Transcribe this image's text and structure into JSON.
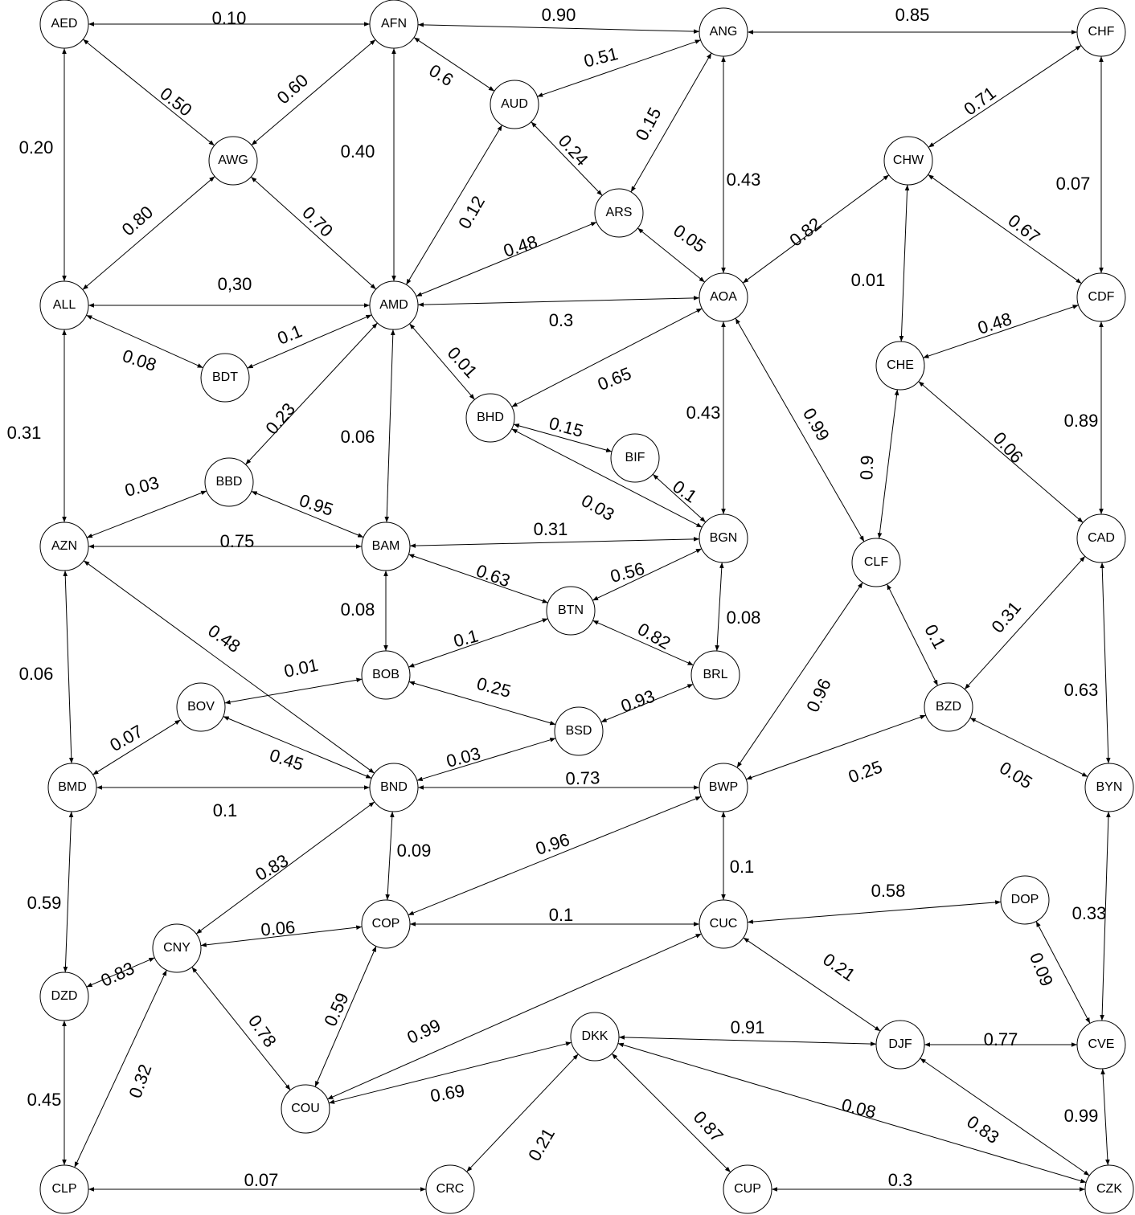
{
  "nodes": [
    {
      "id": "AED",
      "label": "AED"
    },
    {
      "id": "AFN",
      "label": "AFN"
    },
    {
      "id": "ANG",
      "label": "ANG"
    },
    {
      "id": "CHF",
      "label": "CHF"
    },
    {
      "id": "AUD",
      "label": "AUD"
    },
    {
      "id": "AWG",
      "label": "AWG"
    },
    {
      "id": "ARS",
      "label": "ARS"
    },
    {
      "id": "CHW",
      "label": "CHW"
    },
    {
      "id": "ALL",
      "label": "ALL"
    },
    {
      "id": "AMD",
      "label": "AMD"
    },
    {
      "id": "AOA",
      "label": "AOA"
    },
    {
      "id": "CDF",
      "label": "CDF"
    },
    {
      "id": "BDT",
      "label": "BDT"
    },
    {
      "id": "CHE",
      "label": "CHE"
    },
    {
      "id": "BHD",
      "label": "BHD"
    },
    {
      "id": "BIF",
      "label": "BIF"
    },
    {
      "id": "BBD",
      "label": "BBD"
    },
    {
      "id": "AZN",
      "label": "AZN"
    },
    {
      "id": "BAM",
      "label": "BAM"
    },
    {
      "id": "BGN",
      "label": "BGN"
    },
    {
      "id": "CLF",
      "label": "CLF"
    },
    {
      "id": "CAD",
      "label": "CAD"
    },
    {
      "id": "BTN",
      "label": "BTN"
    },
    {
      "id": "BOB",
      "label": "BOB"
    },
    {
      "id": "BRL",
      "label": "BRL"
    },
    {
      "id": "BOV",
      "label": "BOV"
    },
    {
      "id": "BZD",
      "label": "BZD"
    },
    {
      "id": "BSD",
      "label": "BSD"
    },
    {
      "id": "BMD",
      "label": "BMD"
    },
    {
      "id": "BND",
      "label": "BND"
    },
    {
      "id": "BWP",
      "label": "BWP"
    },
    {
      "id": "BYN",
      "label": "BYN"
    },
    {
      "id": "DOP",
      "label": "DOP"
    },
    {
      "id": "COP",
      "label": "COP"
    },
    {
      "id": "CUC",
      "label": "CUC"
    },
    {
      "id": "CNY",
      "label": "CNY"
    },
    {
      "id": "DZD",
      "label": "DZD"
    },
    {
      "id": "DKK",
      "label": "DKK"
    },
    {
      "id": "DJF",
      "label": "DJF"
    },
    {
      "id": "CVE",
      "label": "CVE"
    },
    {
      "id": "COU",
      "label": "COU"
    },
    {
      "id": "CLP",
      "label": "CLP"
    },
    {
      "id": "CRC",
      "label": "CRC"
    },
    {
      "id": "CUP",
      "label": "CUP"
    },
    {
      "id": "CZK",
      "label": "CZK"
    }
  ],
  "edges": [
    {
      "from": "AED",
      "to": "AFN",
      "weight": "0.10"
    },
    {
      "from": "AFN",
      "to": "ANG",
      "weight": "0.90"
    },
    {
      "from": "ANG",
      "to": "CHF",
      "weight": "0.85"
    },
    {
      "from": "AED",
      "to": "ALL",
      "weight": "0.20"
    },
    {
      "from": "AED",
      "to": "AWG",
      "weight": "0.50"
    },
    {
      "from": "AFN",
      "to": "AWG",
      "weight": "0.60"
    },
    {
      "from": "AFN",
      "to": "AMD",
      "weight": "0.40"
    },
    {
      "from": "AFN",
      "to": "AUD",
      "weight": "0.6"
    },
    {
      "from": "AUD",
      "to": "ANG",
      "weight": "0.51"
    },
    {
      "from": "ANG",
      "to": "ARS",
      "weight": "0.15"
    },
    {
      "from": "ANG",
      "to": "AOA",
      "weight": "0.43"
    },
    {
      "from": "CHF",
      "to": "CHW",
      "weight": "0.71"
    },
    {
      "from": "CHF",
      "to": "CDF",
      "weight": "0.07"
    },
    {
      "from": "AUD",
      "to": "ARS",
      "weight": "0.24"
    },
    {
      "from": "AUD",
      "to": "AMD",
      "weight": "0.12"
    },
    {
      "from": "AWG",
      "to": "ALL",
      "weight": "0.80"
    },
    {
      "from": "AWG",
      "to": "AMD",
      "weight": "0.70"
    },
    {
      "from": "ARS",
      "to": "AMD",
      "weight": "0.48"
    },
    {
      "from": "ARS",
      "to": "AOA",
      "weight": "0.05"
    },
    {
      "from": "CHW",
      "to": "AOA",
      "weight": "0.82"
    },
    {
      "from": "CHW",
      "to": "CDF",
      "weight": "0.67"
    },
    {
      "from": "CHW",
      "to": "CHE",
      "weight": "0.01"
    },
    {
      "from": "ALL",
      "to": "AMD",
      "weight": "0,30"
    },
    {
      "from": "AMD",
      "to": "AOA",
      "weight": "0.3"
    },
    {
      "from": "CDF",
      "to": "CHE",
      "weight": "0.48"
    },
    {
      "from": "CDF",
      "to": "CAD",
      "weight": "0.89"
    },
    {
      "from": "ALL",
      "to": "BDT",
      "weight": "0.08"
    },
    {
      "from": "ALL",
      "to": "AZN",
      "weight": "0.31"
    },
    {
      "from": "AMD",
      "to": "BDT",
      "weight": "0.1"
    },
    {
      "from": "AMD",
      "to": "BHD",
      "weight": "0.01"
    },
    {
      "from": "AMD",
      "to": "BBD",
      "weight": "0.23"
    },
    {
      "from": "AMD",
      "to": "BAM",
      "weight": "0.06"
    },
    {
      "from": "AOA",
      "to": "BHD",
      "weight": "0.65"
    },
    {
      "from": "AOA",
      "to": "BGN",
      "weight": "0.43"
    },
    {
      "from": "AOA",
      "to": "CLF",
      "weight": "0.99"
    },
    {
      "from": "CHE",
      "to": "CLF",
      "weight": "0.9"
    },
    {
      "from": "CHE",
      "to": "CAD",
      "weight": "0.06"
    },
    {
      "from": "BHD",
      "to": "BIF",
      "weight": "0.15"
    },
    {
      "from": "BHD",
      "to": "BGN",
      "weight": "0.03"
    },
    {
      "from": "BIF",
      "to": "BGN",
      "weight": "0.1"
    },
    {
      "from": "BBD",
      "to": "AZN",
      "weight": "0.03"
    },
    {
      "from": "BBD",
      "to": "BAM",
      "weight": "0.95"
    },
    {
      "from": "AZN",
      "to": "BAM",
      "weight": "0.75"
    },
    {
      "from": "BAM",
      "to": "BGN",
      "weight": "0.31"
    },
    {
      "from": "BAM",
      "to": "BTN",
      "weight": "0.63"
    },
    {
      "from": "BAM",
      "to": "BOB",
      "weight": "0.08"
    },
    {
      "from": "BGN",
      "to": "BTN",
      "weight": "0.56"
    },
    {
      "from": "BGN",
      "to": "BRL",
      "weight": "0.08"
    },
    {
      "from": "AZN",
      "to": "BND",
      "weight": "0.48"
    },
    {
      "from": "AZN",
      "to": "BMD",
      "weight": "0.06"
    },
    {
      "from": "BTN",
      "to": "BOB",
      "weight": "0.1"
    },
    {
      "from": "BTN",
      "to": "BRL",
      "weight": "0.82"
    },
    {
      "from": "BOB",
      "to": "BOV",
      "weight": "0.01"
    },
    {
      "from": "BOB",
      "to": "BSD",
      "weight": "0.25"
    },
    {
      "from": "BRL",
      "to": "BSD",
      "weight": "0.93"
    },
    {
      "from": "CLF",
      "to": "BZD",
      "weight": "0.1"
    },
    {
      "from": "CLF",
      "to": "BWP",
      "weight": "0.96"
    },
    {
      "from": "CAD",
      "to": "BZD",
      "weight": "0.31"
    },
    {
      "from": "CAD",
      "to": "BYN",
      "weight": "0.63"
    },
    {
      "from": "BOV",
      "to": "BMD",
      "weight": "0.07"
    },
    {
      "from": "BOV",
      "to": "BND",
      "weight": "0.45"
    },
    {
      "from": "BSD",
      "to": "BND",
      "weight": "0.03"
    },
    {
      "from": "BZD",
      "to": "BWP",
      "weight": "0.25"
    },
    {
      "from": "BZD",
      "to": "BYN",
      "weight": "0.05"
    },
    {
      "from": "BMD",
      "to": "BND",
      "weight": "0.1"
    },
    {
      "from": "BND",
      "to": "BWP",
      "weight": "0.73"
    },
    {
      "from": "BMD",
      "to": "DZD",
      "weight": "0.59"
    },
    {
      "from": "BND",
      "to": "CNY",
      "weight": "0.83"
    },
    {
      "from": "BND",
      "to": "COP",
      "weight": "0.09"
    },
    {
      "from": "BWP",
      "to": "COP",
      "weight": "0.96"
    },
    {
      "from": "BWP",
      "to": "CUC",
      "weight": "0.1"
    },
    {
      "from": "BYN",
      "to": "CVE",
      "weight": "0.33"
    },
    {
      "from": "CUC",
      "to": "DOP",
      "weight": "0.58"
    },
    {
      "from": "DOP",
      "to": "CVE",
      "weight": "0.09"
    },
    {
      "from": "COP",
      "to": "CUC",
      "weight": "0.1"
    },
    {
      "from": "CNY",
      "to": "COP",
      "weight": "0.06"
    },
    {
      "from": "CNY",
      "to": "DZD",
      "weight": "0.83"
    },
    {
      "from": "CNY",
      "to": "COU",
      "weight": "0.78"
    },
    {
      "from": "CNY",
      "to": "CLP",
      "weight": "0.32"
    },
    {
      "from": "COP",
      "to": "COU",
      "weight": "0.59"
    },
    {
      "from": "CUC",
      "to": "COU",
      "weight": "0.99"
    },
    {
      "from": "CUC",
      "to": "DJF",
      "weight": "0.21"
    },
    {
      "from": "DZD",
      "to": "CLP",
      "weight": "0.45"
    },
    {
      "from": "DKK",
      "to": "DJF",
      "weight": "0.91"
    },
    {
      "from": "DJF",
      "to": "CVE",
      "weight": "0.77"
    },
    {
      "from": "DKK",
      "to": "COU",
      "weight": "0.69"
    },
    {
      "from": "DKK",
      "to": "CRC",
      "weight": "0.21"
    },
    {
      "from": "DKK",
      "to": "CUP",
      "weight": "0.87"
    },
    {
      "from": "DKK",
      "to": "CZK",
      "weight": "0.08"
    },
    {
      "from": "DJF",
      "to": "CZK",
      "weight": "0.83"
    },
    {
      "from": "CVE",
      "to": "CZK",
      "weight": "0.99"
    },
    {
      "from": "CLP",
      "to": "CRC",
      "weight": "0.07"
    },
    {
      "from": "CUP",
      "to": "CZK",
      "weight": "0.3"
    }
  ]
}
